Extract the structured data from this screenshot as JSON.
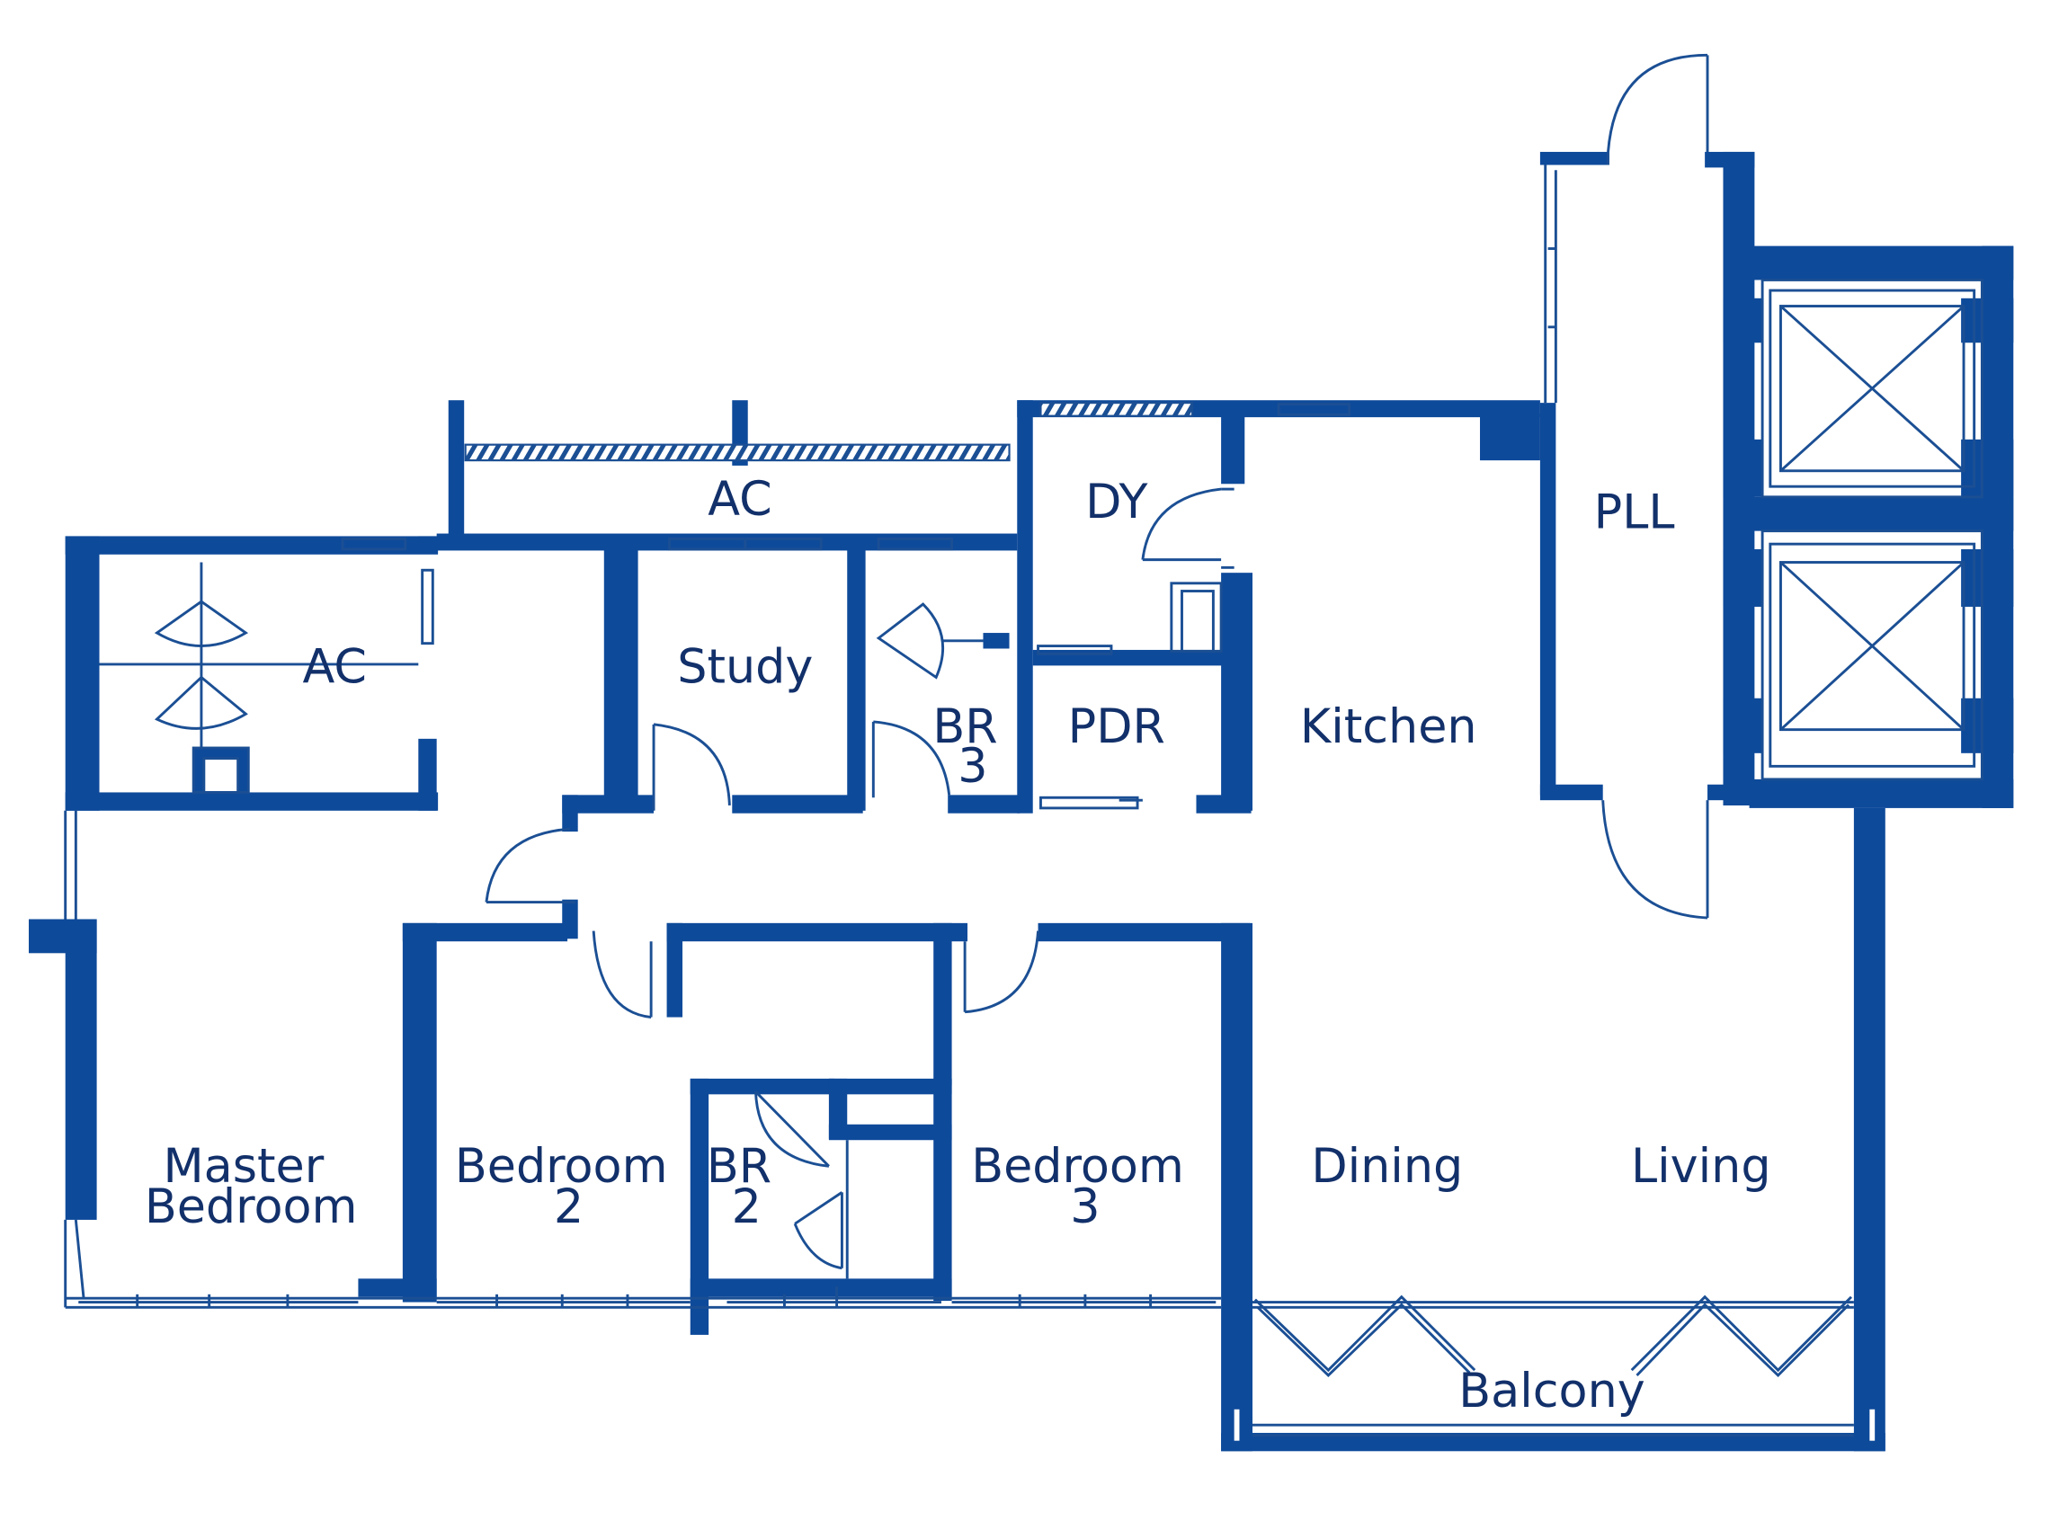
{
  "colors": {
    "wall": "#0e4a9a",
    "line": "#1b4f94",
    "label": "#12306a",
    "background": "#ffffff"
  },
  "rooms": {
    "ac_top": "AC",
    "ac_left": "AC",
    "study": "Study",
    "br3": [
      "BR",
      "3"
    ],
    "dy": "DY",
    "pdr": "PDR",
    "kitchen": "Kitchen",
    "pll": "PLL",
    "master_bedroom": [
      "Master",
      "Bedroom"
    ],
    "bedroom2": [
      "Bedroom",
      "2"
    ],
    "br2": [
      "BR",
      "2"
    ],
    "bedroom3": [
      "Bedroom",
      "3"
    ],
    "dining": "Dining",
    "living": "Living",
    "balcony": "Balcony"
  },
  "icons": {
    "lift": "lift-shaft-x-icon",
    "door": "door-swing-icon",
    "window": "window-icon",
    "folding_door": "folding-door-icon"
  }
}
